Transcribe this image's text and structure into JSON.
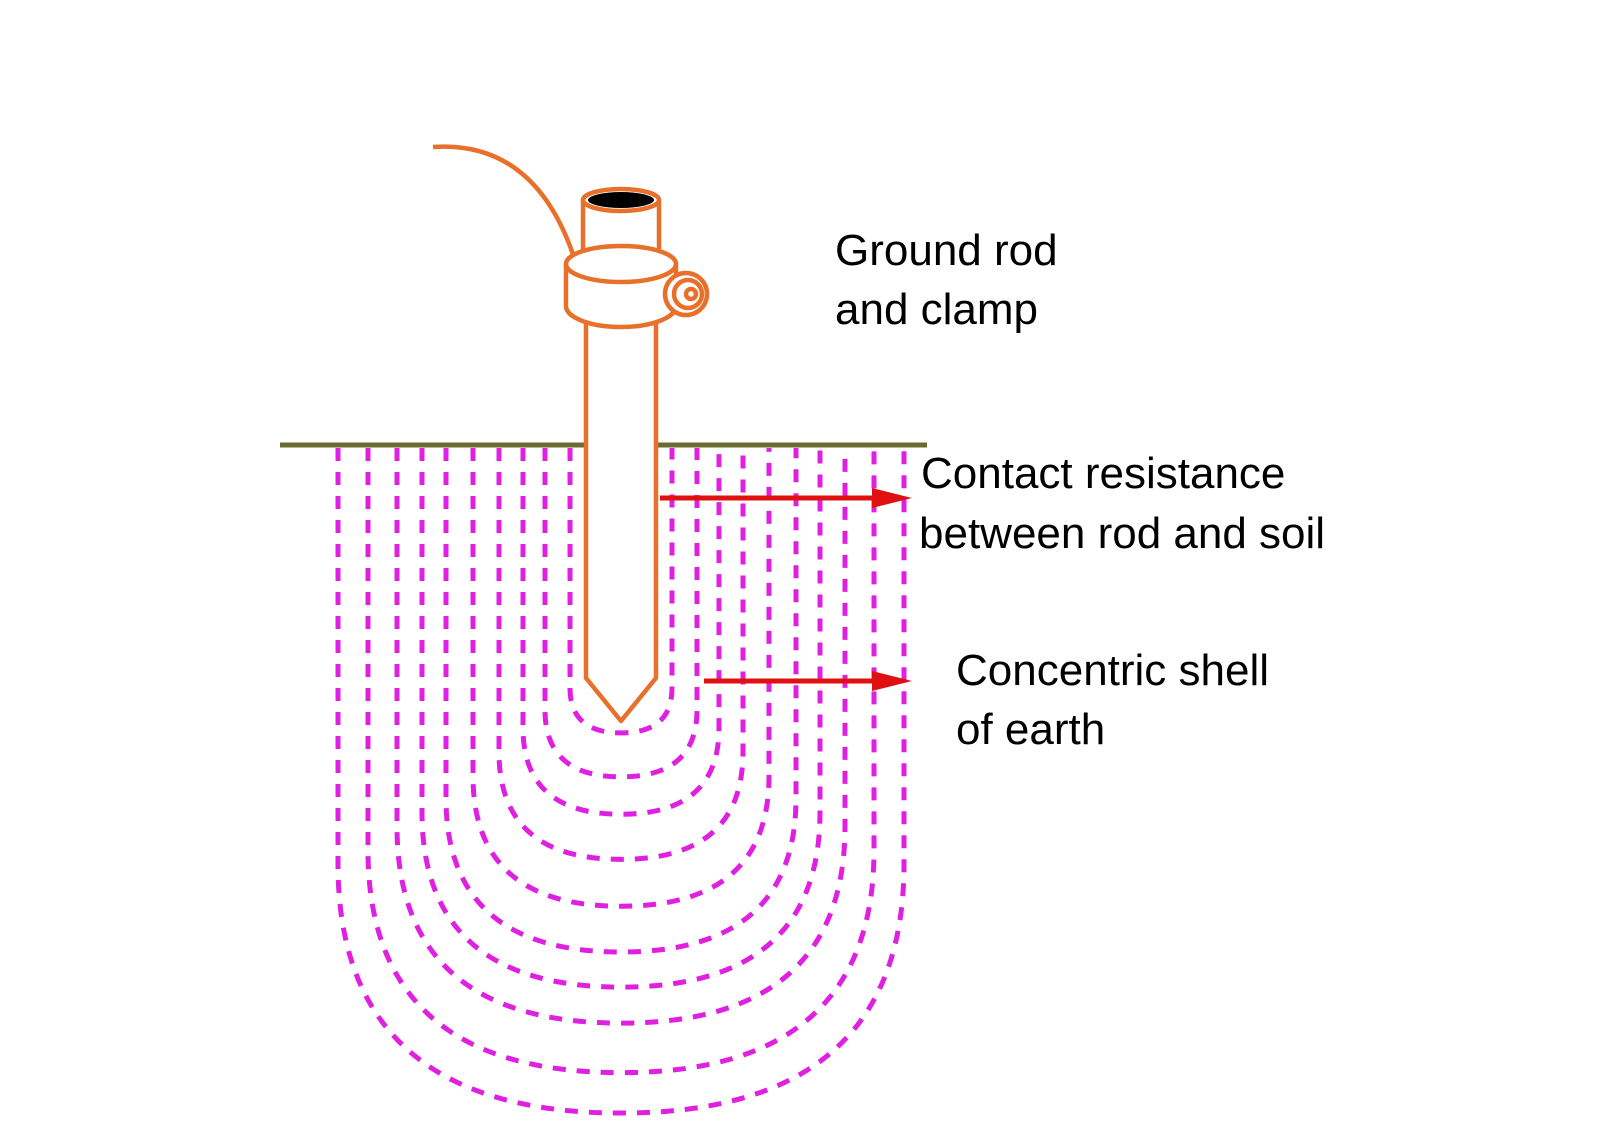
{
  "labels": {
    "ground_rod": {
      "line1": "Ground rod",
      "line2": "and clamp"
    },
    "contact_resistance": {
      "line1": "Contact resistance",
      "line2": "between rod and soil"
    },
    "concentric_shell": {
      "line1": "Concentric shell",
      "line2": "of earth"
    }
  },
  "colors": {
    "rod": "#e8702a",
    "rod_top_opening": "#000000",
    "ground_line": "#6b6b2f",
    "shells": "#e020e0",
    "arrows": "#e01010",
    "text": "#000000"
  }
}
